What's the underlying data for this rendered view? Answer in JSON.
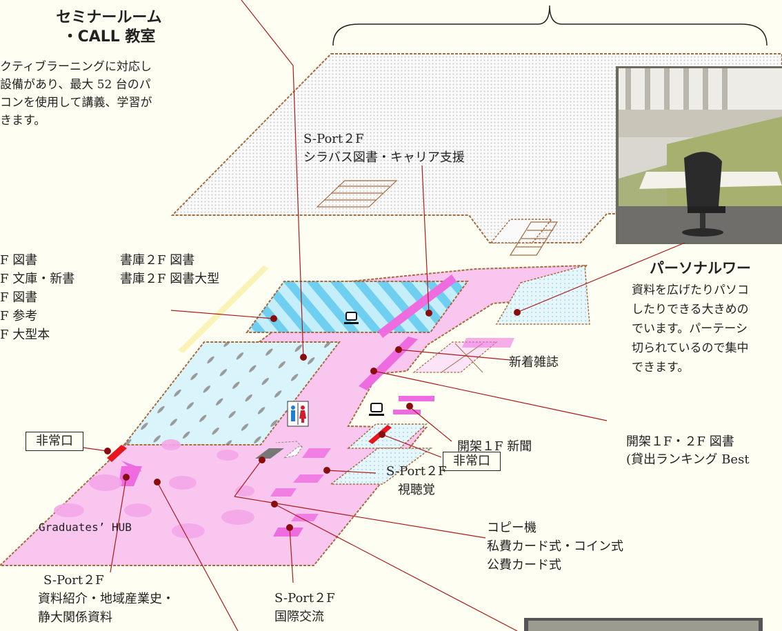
{
  "seminar": {
    "title1": "セミナールーム",
    "title2": "・CALL 教室",
    "desc": [
      "クティブラーニングに対応し",
      "設備があり、最大 52 台のパ",
      "コンを使用して講義、学習が",
      "きます。"
    ]
  },
  "floor2": {
    "line1": "S-Port２F",
    "line2": "シラバス図書・キャリア支援"
  },
  "stack_left": [
    "F 図書",
    "F 文庫・新書",
    "F 図書",
    "F 参考",
    "F 大型本"
  ],
  "stack_2f": [
    "書庫２F 図書",
    "書庫２F 図書大型"
  ],
  "personal": {
    "title": "パーソナルワー",
    "desc": [
      "資料を広げたりパソコ",
      "したりできる大きめの",
      "でいます。パーテーシ",
      "切られているので集中",
      "できます。"
    ]
  },
  "new_magazines": "新着雑誌",
  "open_shelf_12": [
    "開架１F・２F 図書",
    "(貸出ランキング Best"
  ],
  "newspaper": "開架１F 新聞",
  "emergency_left": "非常口",
  "emergency_right": "非常口",
  "av": [
    "S-Port２F",
    "視聴覚"
  ],
  "copier": [
    "コピー機",
    "私費カード式・コイン式",
    "公費カード式"
  ],
  "graduates_hub": "Graduates’ HUB",
  "materials": [
    "S-Port２F",
    "資料紹介・地域産業史・",
    "静大関係資料"
  ],
  "intl": [
    "S-Port２F",
    "国際交流"
  ],
  "colors": {
    "floor_pink": "#f9c6f0",
    "shelf_blue": "#c4eef9",
    "shelf_stripe": "#6fcff0",
    "magenta": "#ee6ce0",
    "emergency_red": "#e8141e",
    "leader_red": "#aa1a1a",
    "dot": "#8a0d0d",
    "border_brown": "#a86a3c",
    "dotted_floor": "#f2f2f2"
  }
}
